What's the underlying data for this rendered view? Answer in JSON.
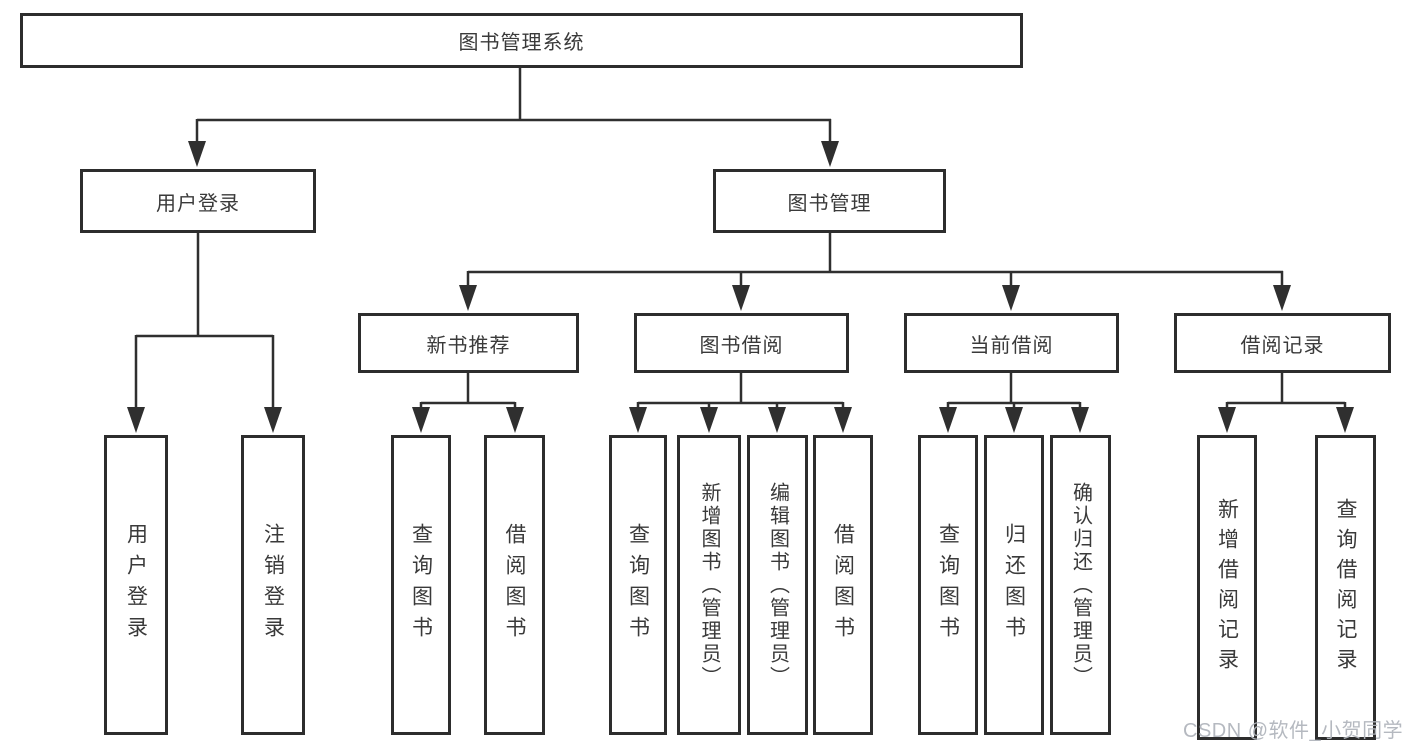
{
  "diagram": {
    "title": "图书管理系统",
    "nodes": {
      "root": {
        "label": "图书管理系统"
      },
      "level2": [
        {
          "label": "用户登录"
        },
        {
          "label": "图书管理"
        }
      ],
      "level3": [
        {
          "label": "新书推荐",
          "parent": "图书管理"
        },
        {
          "label": "图书借阅",
          "parent": "图书管理"
        },
        {
          "label": "当前借阅",
          "parent": "图书管理"
        },
        {
          "label": "借阅记录",
          "parent": "图书管理"
        }
      ],
      "leaves": [
        {
          "label": "用户登录",
          "parent": "用户登录"
        },
        {
          "label": "注销登录",
          "parent": "用户登录"
        },
        {
          "label": "查询图书",
          "parent": "新书推荐"
        },
        {
          "label": "借阅图书",
          "parent": "新书推荐"
        },
        {
          "label": "查询图书",
          "parent": "图书借阅"
        },
        {
          "label": "新增图书（管理员）",
          "parent": "图书借阅"
        },
        {
          "label": "编辑图书（管理员）",
          "parent": "图书借阅"
        },
        {
          "label": "借阅图书",
          "parent": "图书借阅"
        },
        {
          "label": "查询图书",
          "parent": "当前借阅"
        },
        {
          "label": "归还图书",
          "parent": "当前借阅"
        },
        {
          "label": "确认归还（管理员）",
          "parent": "当前借阅"
        },
        {
          "label": "新增借阅记录",
          "parent": "借阅记录"
        },
        {
          "label": "查询借阅记录",
          "parent": "借阅记录"
        }
      ]
    },
    "colors": {
      "line": "#2f2f2f",
      "box_border": "#2d2d2d",
      "box_fill": "#ffffff",
      "text": "#3a3a3a",
      "watermark_color": "#b2b6bd",
      "background": "#ffffff"
    }
  },
  "watermark": "CSDN @软件_小贺同学"
}
